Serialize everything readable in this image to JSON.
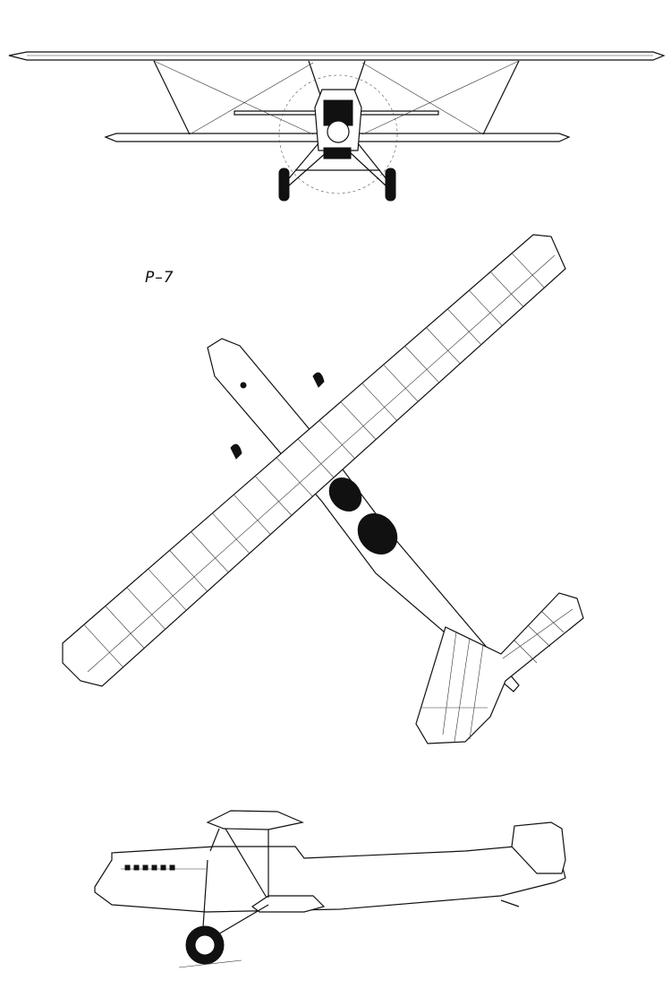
{
  "drawing": {
    "designation": "P–7",
    "views": [
      "front-view",
      "top-view",
      "side-view"
    ]
  }
}
